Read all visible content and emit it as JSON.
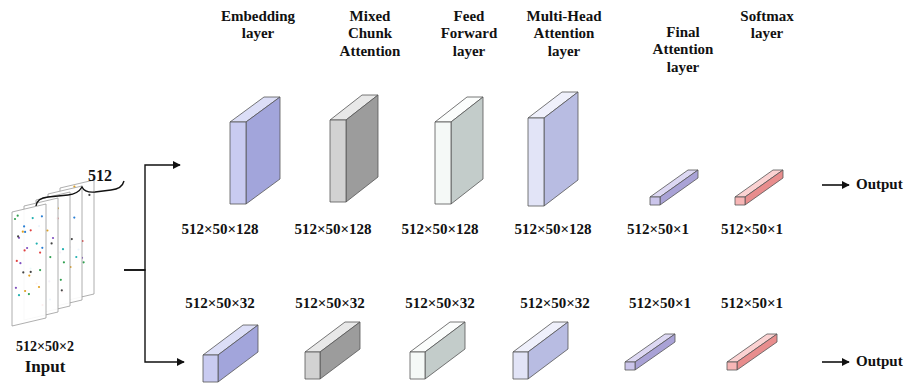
{
  "diagram": {
    "nodes": [
      {
        "text": [
          "512",
          "512×50×2",
          "Input"
        ]
      },
      {
        "text": [
          "Embedding layer",
          "512×50×128"
        ]
      },
      {
        "text": [
          "Mixed Chunk Attention",
          "512×50×128"
        ]
      },
      {
        "text": [
          "Feed Forward layer",
          "512×50×128"
        ]
      },
      {
        "text": [
          "Multi-Head Attention layer",
          "512×50×128"
        ]
      },
      {
        "text": [
          "Final Attention layer",
          "512×50×1"
        ]
      },
      {
        "text": [
          "Softmax layer",
          "512×50×1"
        ]
      },
      {
        "text": [
          "512×50×32"
        ]
      },
      {
        "text": [
          "512×50×32"
        ]
      },
      {
        "text": [
          "512×50×32"
        ]
      },
      {
        "text": [
          "512×50×32"
        ]
      },
      {
        "text": [
          "512×50×1"
        ]
      },
      {
        "text": [
          "512×50×1"
        ]
      }
    ],
    "edges": [
      {
        "from": 0,
        "to": 1,
        "arrow": "to"
      },
      {
        "from": 0,
        "to": 7,
        "arrow": "to"
      }
    ],
    "labels": [
      "Output",
      "Output"
    ]
  }
}
